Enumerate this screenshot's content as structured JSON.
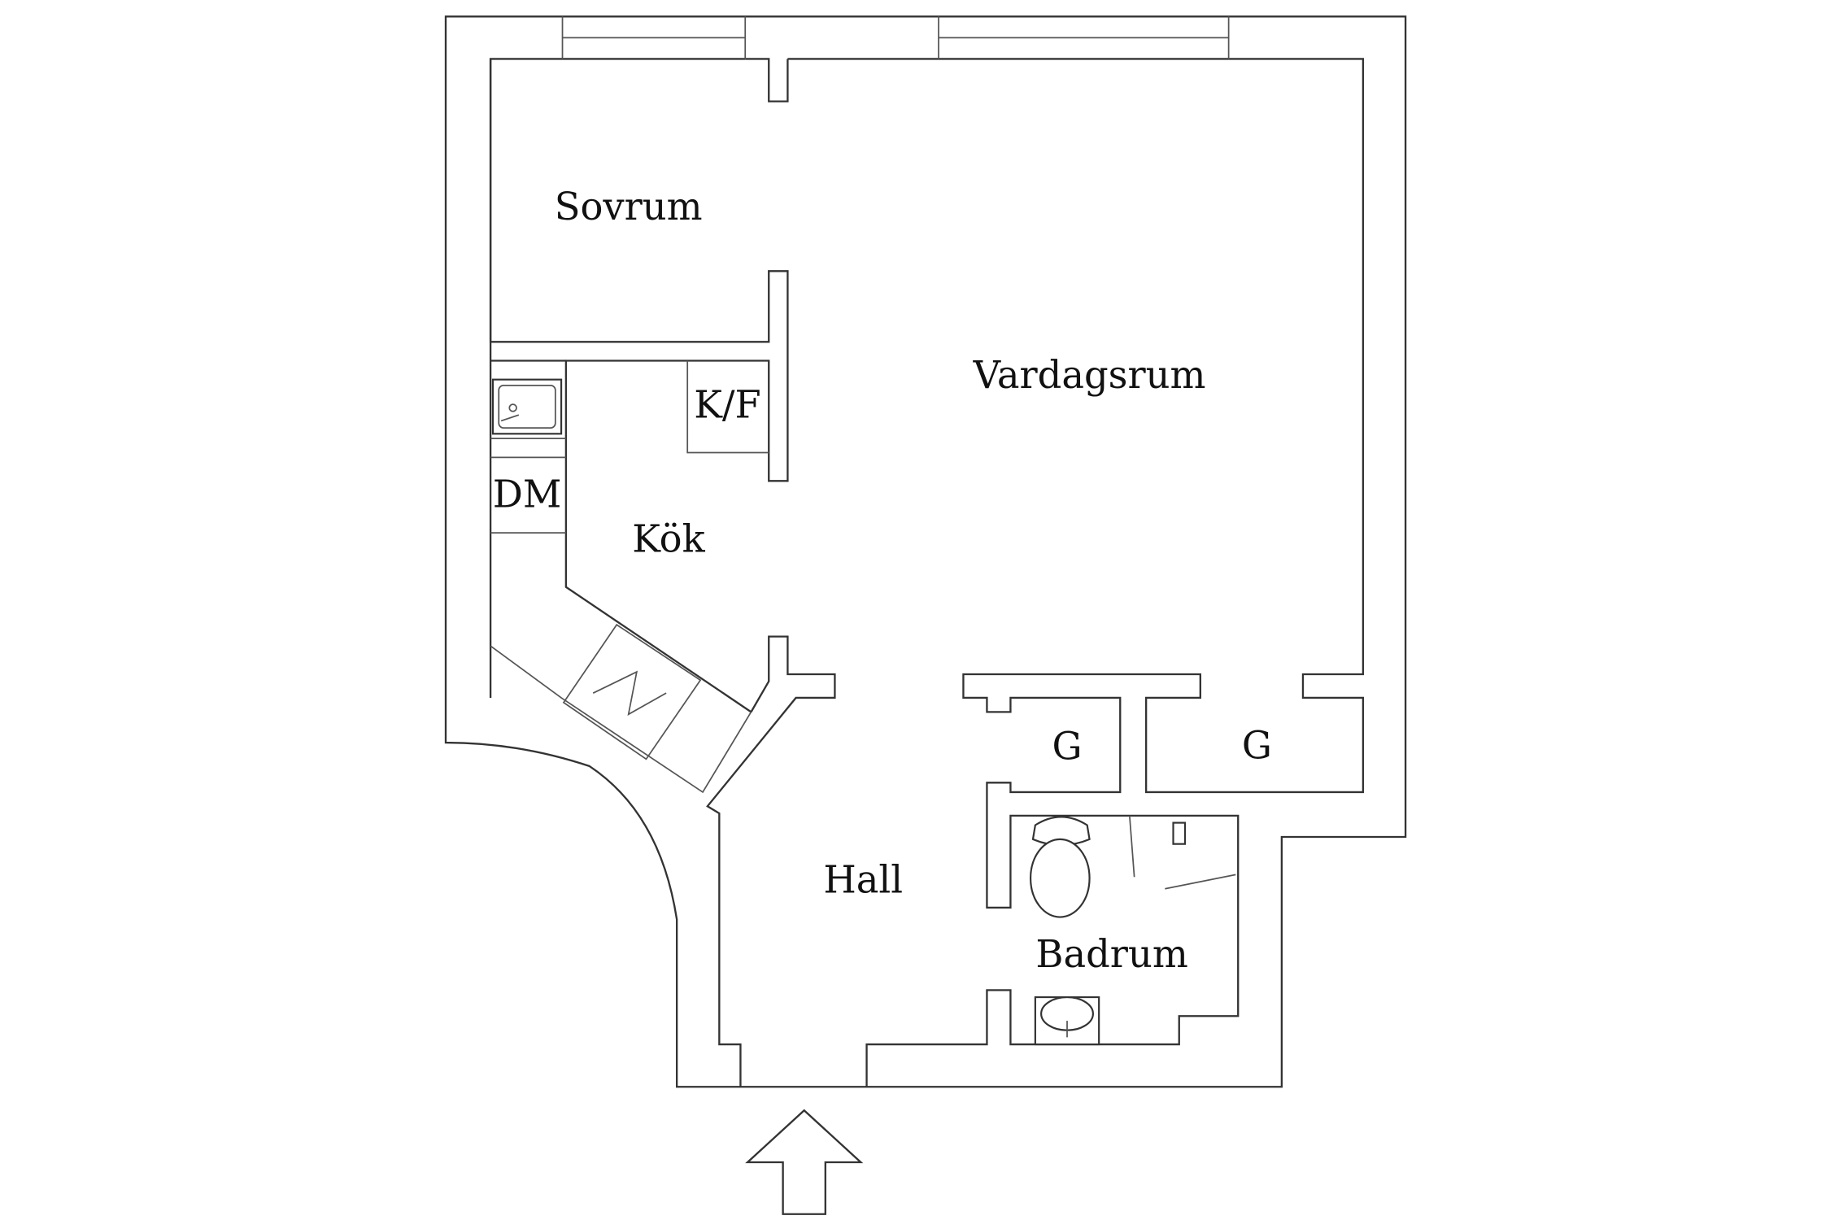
{
  "rooms": {
    "sovrum": "Sovrum",
    "vardagsrum": "Vardagsrum",
    "kok": "Kök",
    "kf": "K/F",
    "dm": "DM",
    "hall": "Hall",
    "badrum": "Badrum",
    "g1": "G",
    "g2": "G"
  },
  "icons": {
    "sink": "kitchen-sink-icon",
    "stove": "fireplace-icon",
    "toilet": "toilet-icon",
    "basin": "washbasin-icon",
    "shower": "shower-icon",
    "entrance": "entrance-arrow-icon"
  },
  "colors": {
    "line": "#333333",
    "background": "#ffffff"
  }
}
